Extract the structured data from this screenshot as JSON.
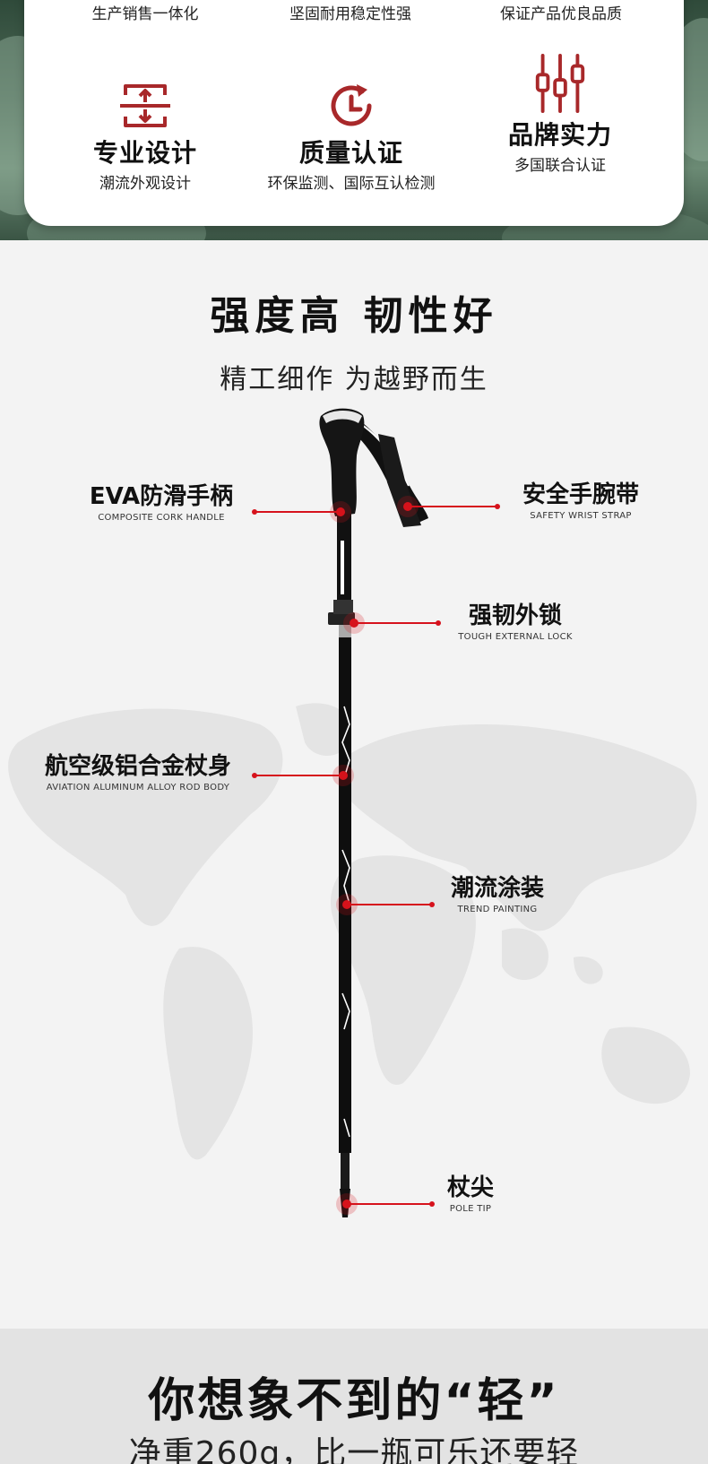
{
  "features_top": [
    {
      "sub": "生产销售一体化"
    },
    {
      "sub": "坚固耐用稳定性强"
    },
    {
      "sub": "保证产品优良品质"
    }
  ],
  "features": [
    {
      "icon": "design-icon",
      "title": "专业设计",
      "sub": "潮流外观设计"
    },
    {
      "icon": "quality-certification-icon",
      "title": "质量认证",
      "sub": "环保监测、国际互认检测"
    },
    {
      "icon": "brand-strength-icon",
      "title": "品牌实力",
      "sub": "多国联合认证"
    }
  ],
  "strength": {
    "headline": "强度高  韧性好",
    "subhead": "精工细作  为越野而生"
  },
  "parts": {
    "handle": {
      "cn": "EVA防滑手柄",
      "en": "COMPOSITE CORK HANDLE"
    },
    "strap": {
      "cn": "安全手腕带",
      "en": "SAFETY WRIST STRAP"
    },
    "lock": {
      "cn": "强韧外锁",
      "en": "TOUGH EXTERNAL LOCK"
    },
    "body": {
      "cn": "航空级铝合金杖身",
      "en": "AVIATION ALUMINUM ALLOY ROD BODY"
    },
    "paint": {
      "cn": "潮流涂装",
      "en": "TREND PAINTING"
    },
    "tip": {
      "cn": "杖尖",
      "en": "POLE TIP"
    }
  },
  "light": {
    "title": "你想象不到的“轻”",
    "sub": "净重260g，比一瓶可乐还要轻"
  },
  "colors": {
    "accent_red": "#d6121c",
    "icon_red": "#a8282a"
  }
}
